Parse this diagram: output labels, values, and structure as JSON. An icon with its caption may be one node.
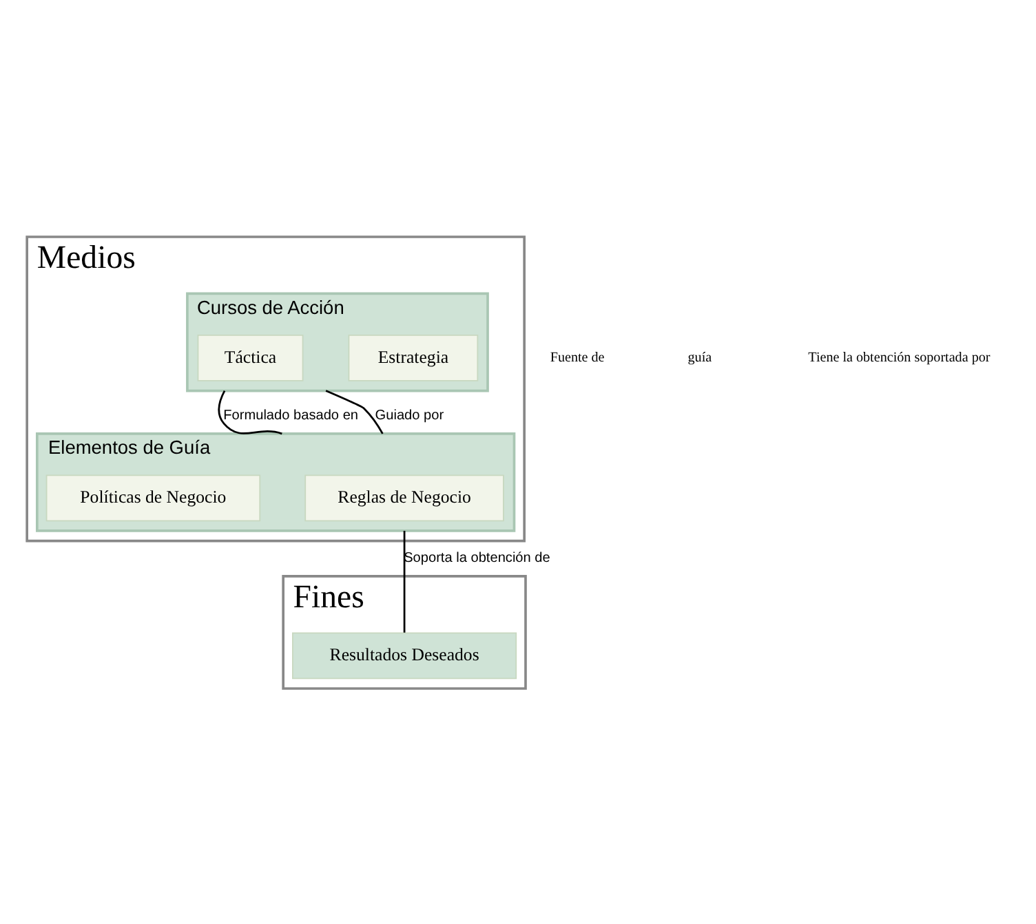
{
  "diagram": {
    "nodes": [
      {
        "text": [
          "Medios"
        ]
      },
      {
        "text": [
          "Cursos de Acción"
        ],
        "in": 0
      },
      {
        "text": [
          "Estrategia"
        ],
        "in": 1
      },
      {
        "text": [
          "Táctica"
        ],
        "in": 1
      },
      {
        "text": [
          "Elementos de Guía"
        ],
        "in": 0
      },
      {
        "text": [
          "Reglas de Negocio"
        ],
        "in": 4
      },
      {
        "text": [
          "Políticas de Negocio"
        ],
        "in": 4
      },
      {
        "text": [
          "Fines"
        ]
      },
      {
        "text": [
          "Resultados Deseados"
        ],
        "in": 7
      }
    ],
    "edges": [
      {
        "from": 1,
        "to": 4,
        "arrow": "none",
        "label": "Formulado basado en"
      },
      {
        "from": 1,
        "to": 4,
        "arrow": "none",
        "label": "Guiado por"
      },
      {
        "from": 4,
        "to": 8,
        "arrow": "none",
        "label": "Soporta la obtención de"
      }
    ],
    "labels": [
      "Fuente de",
      "guía",
      "Tiene la obtención soportada por"
    ]
  }
}
